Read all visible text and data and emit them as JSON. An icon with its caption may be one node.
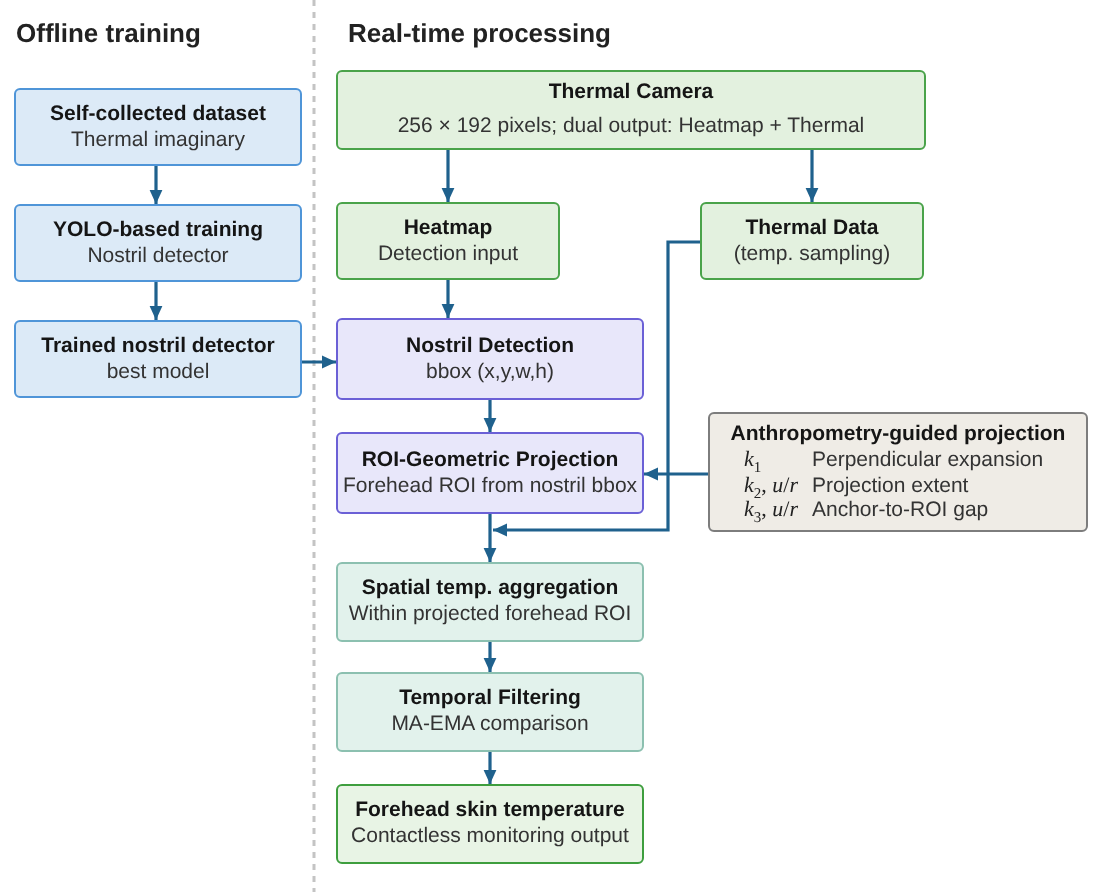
{
  "diagram": {
    "nodes": [
      {
        "text": [
          "Self-collected dataset",
          "Thermal imaginary"
        ]
      },
      {
        "text": [
          "YOLO-based training",
          "Nostril detector"
        ]
      },
      {
        "text": [
          "Trained nostril detector",
          "best model"
        ]
      },
      {
        "text": [
          "Thermal Camera",
          "256 × 192 pixels; dual output: Heatmap + Thermal"
        ]
      },
      {
        "text": [
          "Heatmap",
          "Detection input"
        ]
      },
      {
        "text": [
          "Thermal Data",
          "(temp. sampling)"
        ]
      },
      {
        "text": [
          "Nostril Detection",
          "bbox (x,y,w,h)"
        ]
      },
      {
        "text": [
          "ROI-Geometric Projection",
          "Forehead ROI from nostril bbox"
        ]
      },
      {
        "text": [
          "Anthropometry-guided projection",
          "*k*$_{1}$",
          "Perpendicular expansion",
          "*k*$_{2}$, *u*/*r*",
          "Projection extent",
          "*k*$_{3}$, *u*/*r*",
          "Anchor-to-ROI gap"
        ]
      },
      {
        "text": [
          "Spatial temp. aggregation",
          "Within projected forehead ROI"
        ]
      },
      {
        "text": [
          "Temporal Filtering",
          "MA-EMA comparison"
        ]
      },
      {
        "text": [
          "Forehead skin temperature",
          "Contactless monitoring output"
        ]
      }
    ],
    "edges": [
      {
        "from": 0,
        "to": 1,
        "arrow": "to"
      },
      {
        "from": 1,
        "to": 2,
        "arrow": "to"
      },
      {
        "from": 2,
        "to": 6,
        "arrow": "to"
      },
      {
        "from": 3,
        "to": 4,
        "arrow": "to"
      },
      {
        "from": 3,
        "to": 5,
        "arrow": "to"
      },
      {
        "from": 4,
        "to": 6,
        "arrow": "to"
      },
      {
        "from": 6,
        "to": 7,
        "arrow": "to"
      },
      {
        "from": 8,
        "to": 7,
        "arrow": "to"
      },
      {
        "from": 7,
        "to": 9,
        "arrow": "to"
      },
      {
        "from": 5,
        "to": 9,
        "arrow": "to"
      },
      {
        "from": 9,
        "to": 10,
        "arrow": "to"
      },
      {
        "from": 10,
        "to": 11,
        "arrow": "to"
      }
    ],
    "labels": [
      "Offline training",
      "Real-time processing"
    ]
  }
}
